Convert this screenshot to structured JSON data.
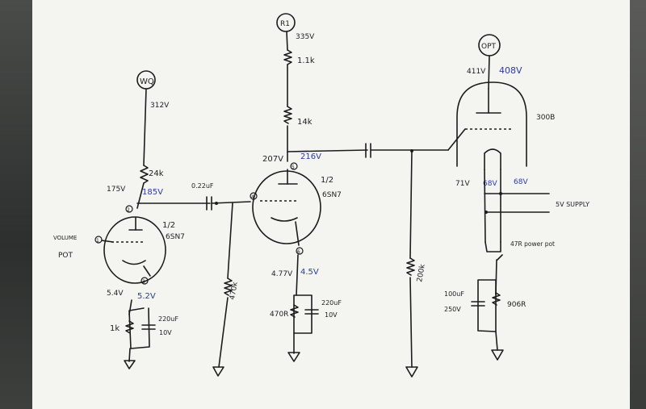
{
  "diagram": {
    "nodes": {
      "wq": "WQ",
      "r1": "R1",
      "opt": "OPT"
    },
    "voltages": {
      "v312": "312V",
      "v335": "335V",
      "v175_black": "175V",
      "v185_blue": "185V",
      "v207_black": "207V",
      "v216_blue": "216V",
      "v54_black": "5.4V",
      "v52_blue": "5.2V",
      "v477_black": "4.77V",
      "v45_blue": "4.5V",
      "v411_black": "411V",
      "v408_blue": "408V",
      "v71_black": "71V",
      "v68_blue_a": "68V",
      "v68_blue_b": "68V"
    },
    "components": {
      "r_24k": "24k",
      "r_11k": "1.1k",
      "r_14k": "14k",
      "c_022u": "0.22uF",
      "r_470k_a": "470k",
      "r_470k_b": "470R",
      "r_200k": "200k",
      "r_1k": "1k",
      "c_220u_a": "220uF",
      "c_10v_a": "10V",
      "c_220u_b": "220uF",
      "c_10v_b": "10V",
      "c_100u": "100uF",
      "c_250v": "250V",
      "r_906r": "906R",
      "pot_47r": "47R power pot",
      "supply_5v": "5V SUPPLY"
    },
    "tubes": {
      "tube1_half": "1/2",
      "tube1_model": "6SN7",
      "tube2_half": "1/2",
      "tube2_model": "6SN7",
      "tube3_model": "300B"
    },
    "pins": {
      "p1": "1",
      "p2": "2",
      "p3": "3",
      "p4": "4",
      "p5": "5",
      "p6": "6"
    },
    "labels": {
      "volume": "VOLUME",
      "pot": "POT"
    }
  }
}
